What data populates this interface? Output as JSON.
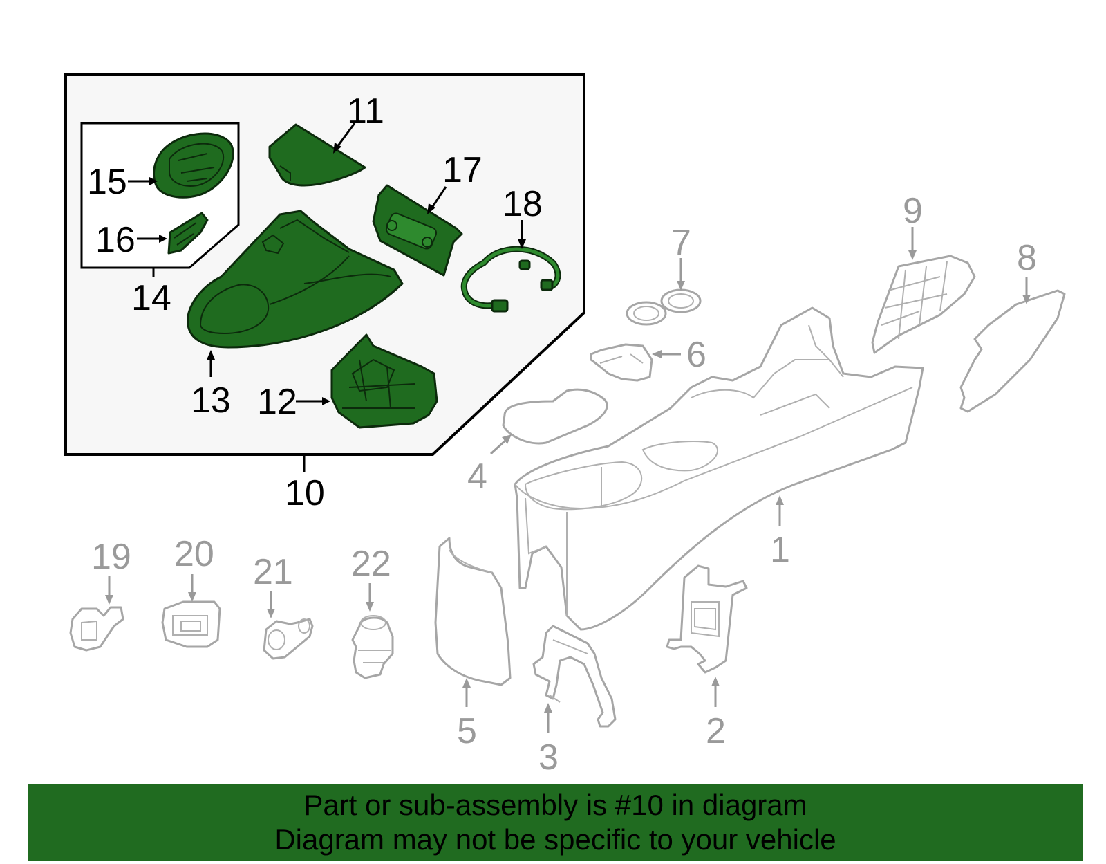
{
  "callouts": {
    "c1": "1",
    "c2": "2",
    "c3": "3",
    "c4": "4",
    "c5": "5",
    "c6": "6",
    "c7": "7",
    "c8": "8",
    "c9": "9",
    "c10": "10",
    "c11": "11",
    "c12": "12",
    "c13": "13",
    "c14": "14",
    "c15": "15",
    "c16": "16",
    "c17": "17",
    "c18": "18",
    "c19": "19",
    "c20": "20",
    "c21": "21",
    "c22": "22"
  },
  "banner": {
    "line1": "Part or sub-assembly is #10 in diagram",
    "line2": "Diagram may not be specific to your vehicle"
  },
  "colors": {
    "highlight_part": "#1f6b1f",
    "banner_bg": "#206b20",
    "ghost_outline": "#a6a6a6",
    "highlight_label": "#000000",
    "dim_label": "#9a9a9a"
  }
}
